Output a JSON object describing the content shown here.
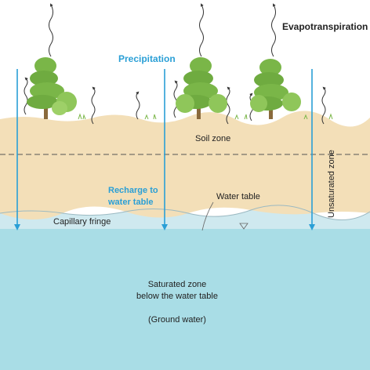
{
  "labels": {
    "evapotranspiration": "Evapotranspiration",
    "precipitation": "Precipitation",
    "soil_zone": "Soil zone",
    "unsaturated_zone": "Unsaturated zone",
    "recharge_line1": "Recharge to",
    "recharge_line2": "water table",
    "water_table": "Water table",
    "capillary_fringe": "Capillary fringe",
    "saturated_line1": "Saturated zone",
    "saturated_line2": "below the water table",
    "ground_water": "(Ground water)"
  },
  "colors": {
    "soil": "#f3dfb8",
    "capillary": "#cfe9ef",
    "saturated": "#a9dde6",
    "arrow_blue": "#2a9fd6",
    "text_blue": "#2a9fd6",
    "tree_green": "#7ab648",
    "shrub_green": "#8fc65a",
    "trunk": "#8a6a3c"
  }
}
